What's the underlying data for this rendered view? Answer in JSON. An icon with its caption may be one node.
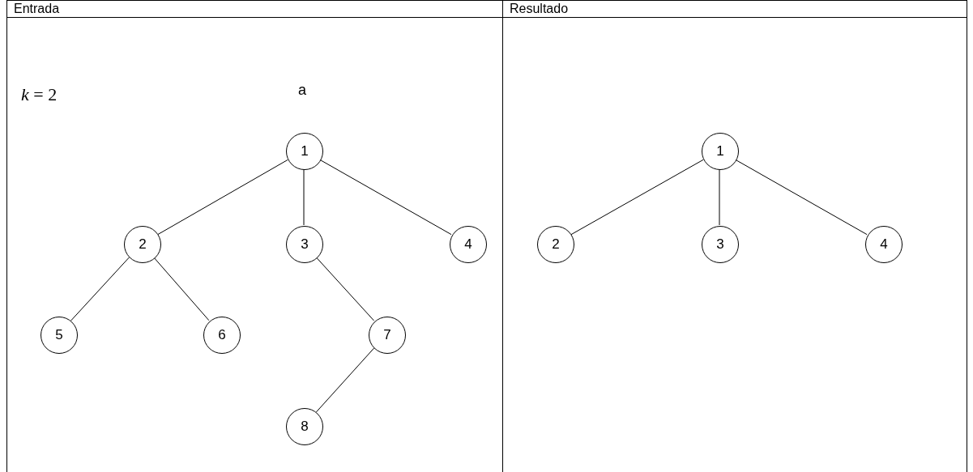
{
  "diagram": {
    "nodes": [
      {
        "text": [
          "Entrada"
        ]
      },
      {
        "text": [
          "1"
        ],
        "in": 0
      },
      {
        "text": [
          "2"
        ],
        "in": 0
      },
      {
        "text": [
          "3"
        ],
        "in": 0
      },
      {
        "text": [
          "4"
        ],
        "in": 0
      },
      {
        "text": [
          "5"
        ],
        "in": 0
      },
      {
        "text": [
          "6"
        ],
        "in": 0
      },
      {
        "text": [
          "7"
        ],
        "in": 0
      },
      {
        "text": [
          "8"
        ],
        "in": 0
      },
      {
        "text": [
          "Resultado"
        ]
      },
      {
        "text": [
          "1"
        ],
        "in": 9
      },
      {
        "text": [
          "2"
        ],
        "in": 9
      },
      {
        "text": [
          "3"
        ],
        "in": 9
      },
      {
        "text": [
          "4"
        ],
        "in": 9
      }
    ],
    "edges": [
      {
        "from": 1,
        "to": 2,
        "arrow": "none"
      },
      {
        "from": 1,
        "to": 3,
        "arrow": "none"
      },
      {
        "from": 1,
        "to": 4,
        "arrow": "none"
      },
      {
        "from": 2,
        "to": 5,
        "arrow": "none"
      },
      {
        "from": 2,
        "to": 6,
        "arrow": "none"
      },
      {
        "from": 3,
        "to": 7,
        "arrow": "none"
      },
      {
        "from": 7,
        "to": 8,
        "arrow": "none"
      },
      {
        "from": 10,
        "to": 11,
        "arrow": "none"
      },
      {
        "from": 10,
        "to": 12,
        "arrow": "none"
      },
      {
        "from": 10,
        "to": 13,
        "arrow": "none"
      }
    ],
    "labels": [
      "*k* = 2",
      "a"
    ]
  }
}
